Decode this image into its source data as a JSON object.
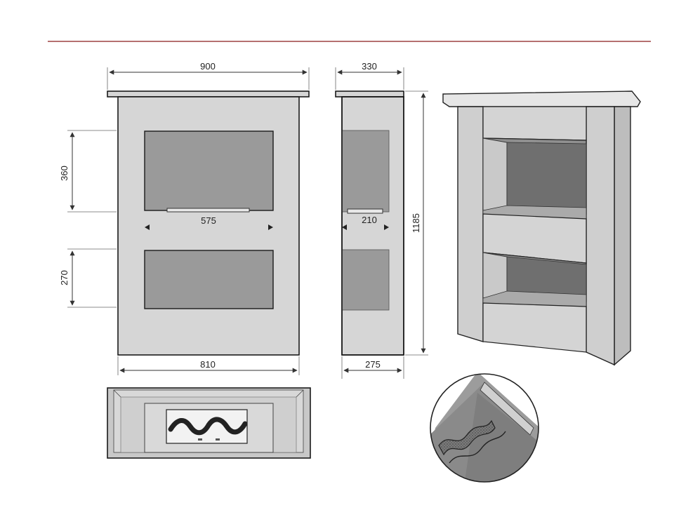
{
  "dimensions": {
    "front_top_width": "900",
    "side_top_depth": "330",
    "upper_opening_height": "360",
    "lower_opening_height": "270",
    "burner_width": "575",
    "burner_depth": "210",
    "total_height": "1185",
    "front_bottom_width": "810",
    "side_bottom_depth": "275"
  },
  "colors": {
    "header_rule": "#8b1a1a",
    "body": "#d6d6d6",
    "opening": "#9a9a9a",
    "outline": "#1a1a1a"
  }
}
